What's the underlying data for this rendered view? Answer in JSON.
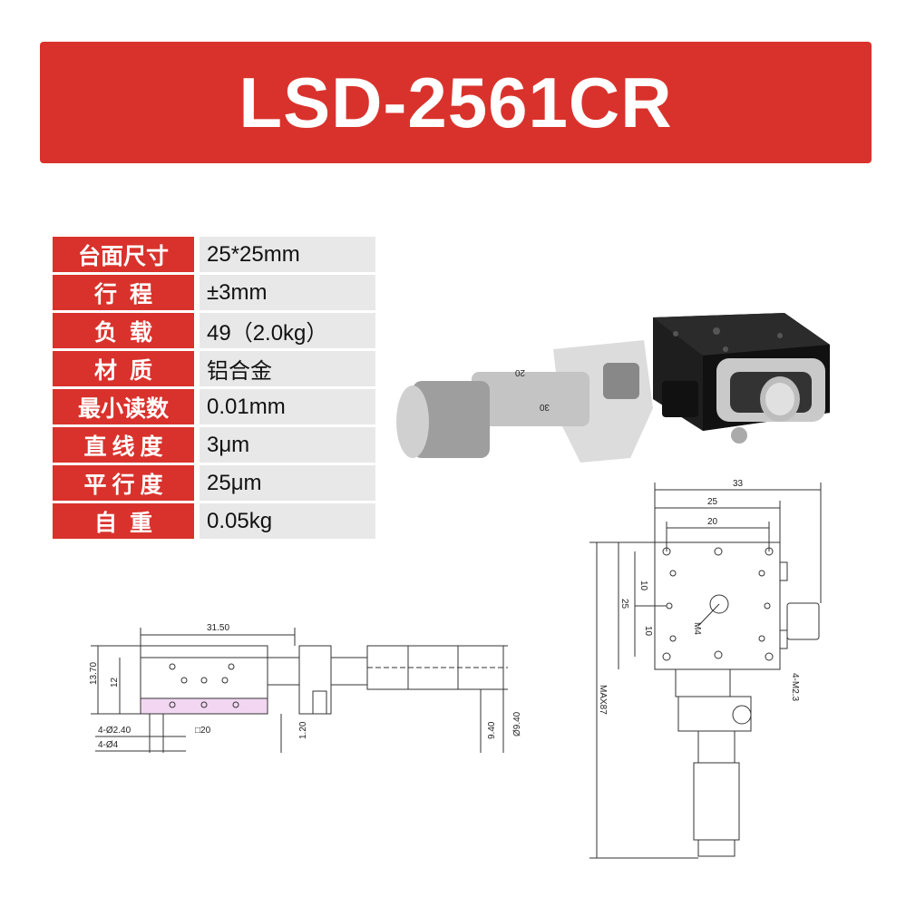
{
  "title": "LSD-2561CR",
  "specs": [
    {
      "label": "台面尺寸",
      "value": "25*25mm",
      "style": "normal"
    },
    {
      "label": "行程",
      "value": "±3mm",
      "style": "wide"
    },
    {
      "label": "负载",
      "value": "49（2.0kg）",
      "style": "wide"
    },
    {
      "label": "材质",
      "value": "铝合金",
      "style": "wide"
    },
    {
      "label": "最小读数",
      "value": "0.01mm",
      "style": "normal"
    },
    {
      "label": "直线度",
      "value": "3μm",
      "style": "mid"
    },
    {
      "label": "平行度",
      "value": "25μm",
      "style": "mid"
    },
    {
      "label": "自重",
      "value": "0.05kg",
      "style": "wide"
    }
  ],
  "colors": {
    "accent": "#d9322c",
    "value_bg": "#e8e8e8"
  },
  "drawing_side": {
    "width": "31.50",
    "height": "13.70",
    "inner_height": "12",
    "holes_small": "4-Ø2.40",
    "holes_large": "4-Ø4",
    "square": "□20",
    "offset": "1.20",
    "spindle": "9.40",
    "thimble": "Ø9.40"
  },
  "drawing_top": {
    "overall": "33",
    "table": "25",
    "hole_pitch": "20",
    "pitch_a": "10",
    "side_table": "25",
    "pitch_b": "10",
    "thread": "M4",
    "mount_holes": "4-M2.3",
    "total_length": "MAX87"
  },
  "micrometer_marks": [
    "30",
    "20"
  ]
}
